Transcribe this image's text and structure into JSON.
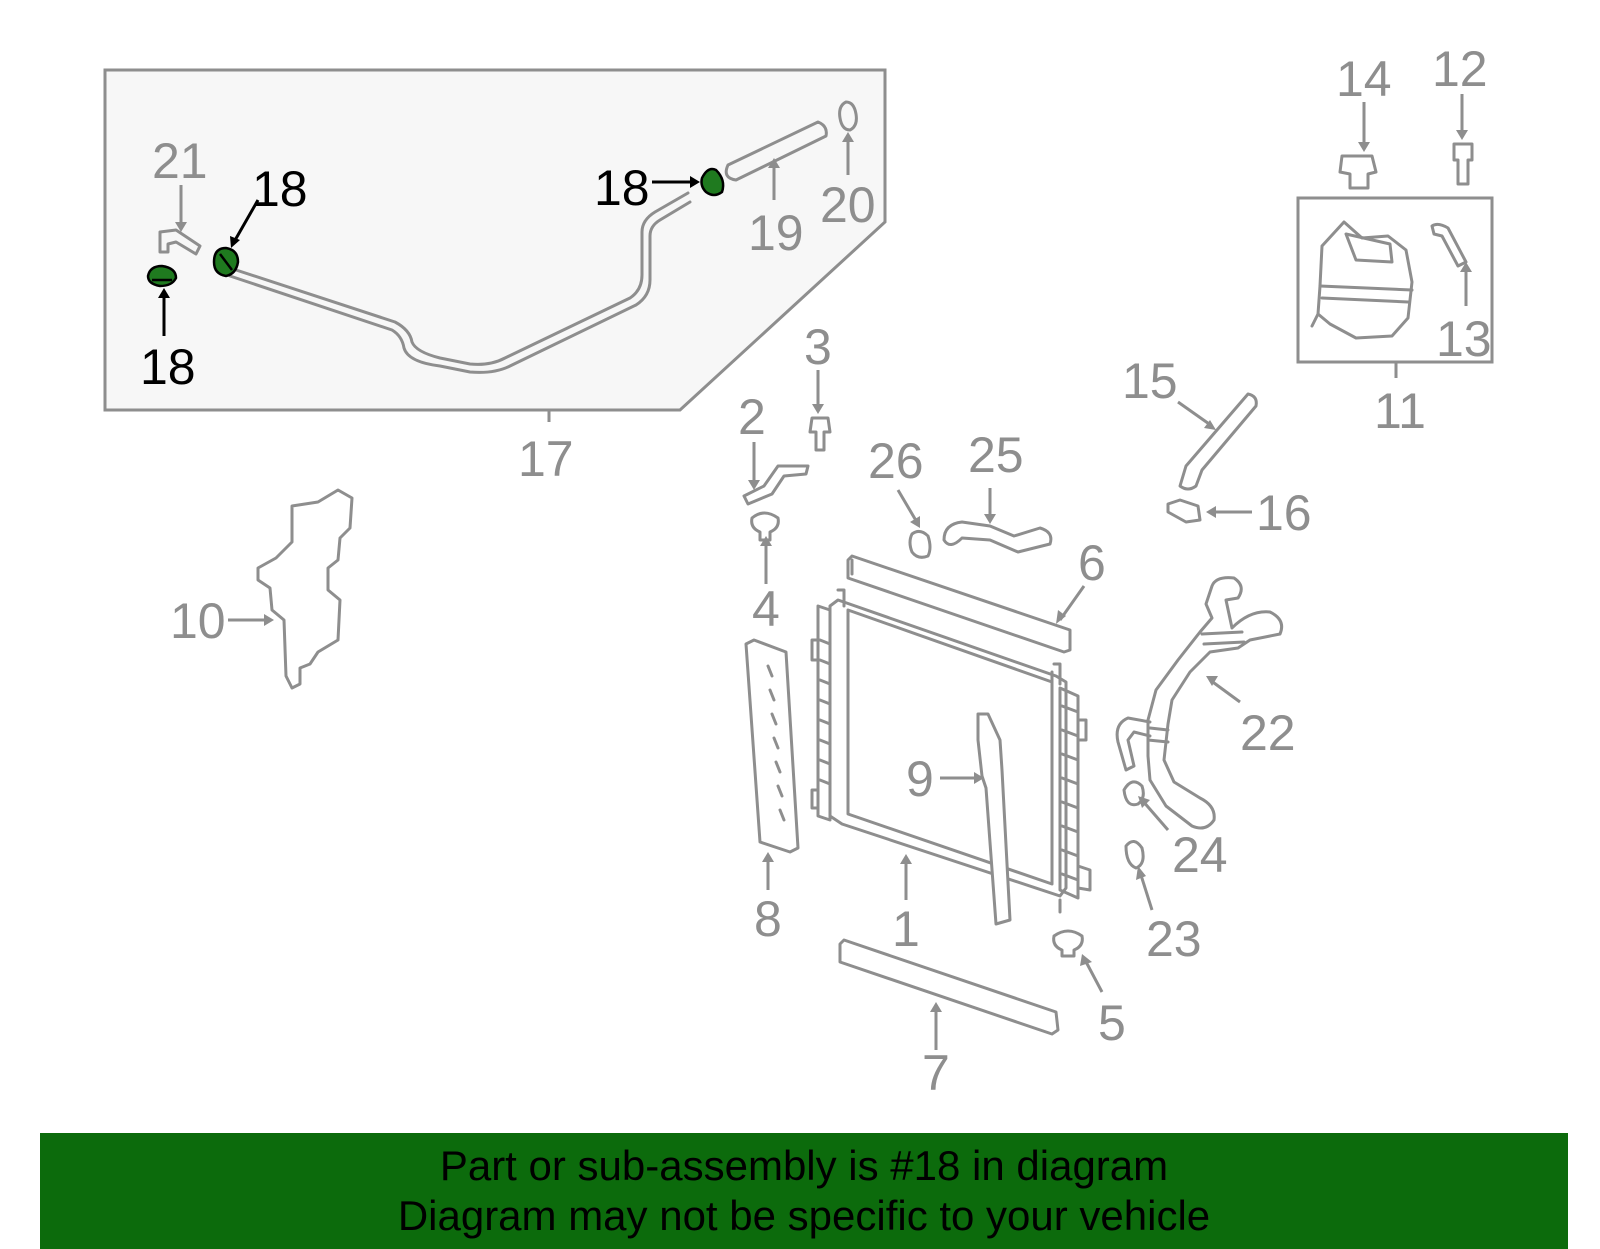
{
  "diagram": {
    "callouts": {
      "c1": "1",
      "c2": "2",
      "c3": "3",
      "c4": "4",
      "c5": "5",
      "c6": "6",
      "c7": "7",
      "c8": "8",
      "c9": "9",
      "c10": "10",
      "c11": "11",
      "c12": "12",
      "c13": "13",
      "c14": "14",
      "c15": "15",
      "c16": "16",
      "c17": "17",
      "c18a": "18",
      "c18b": "18",
      "c18c": "18",
      "c19": "19",
      "c20": "20",
      "c21": "21",
      "c22": "22",
      "c23": "23",
      "c24": "24",
      "c25": "25",
      "c26": "26"
    },
    "highlighted_part": "18",
    "colors": {
      "part_stroke": "#8e8e8e",
      "highlight": "#1f7a1f",
      "banner": "#0c6b0c",
      "inset_bg": "#f7f7f7"
    }
  },
  "banner": {
    "line1": "Part or sub-assembly is #18 in diagram",
    "line2": "Diagram may not be specific to your vehicle"
  }
}
